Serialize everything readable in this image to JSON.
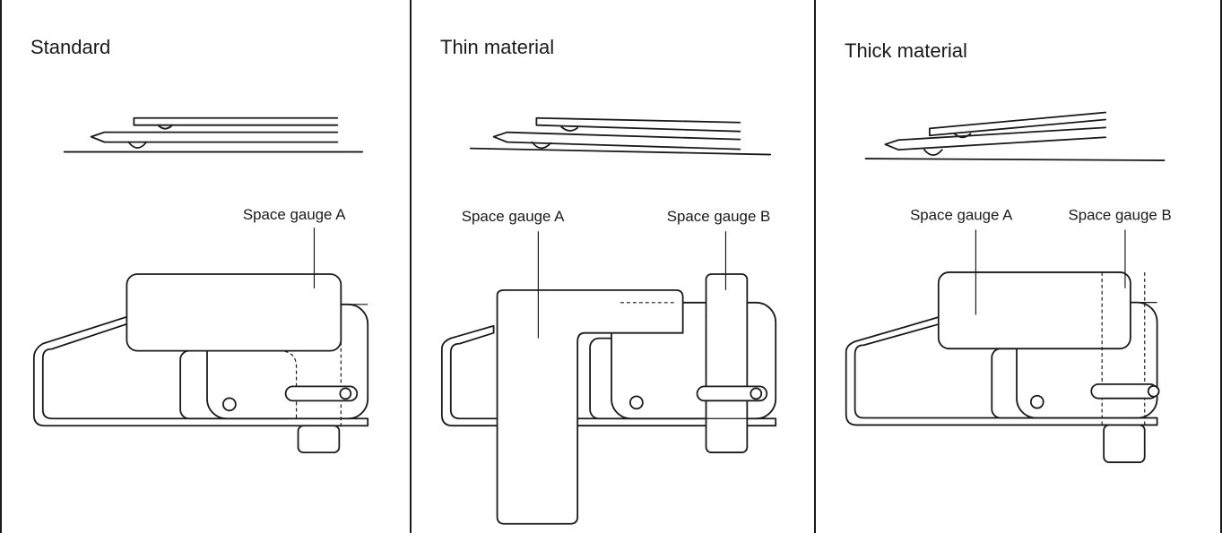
{
  "panels": [
    {
      "title": "Standard",
      "labels": [
        "Space gauge A"
      ]
    },
    {
      "title": "Thin material",
      "labels": [
        "Space gauge A",
        "Space gauge B"
      ]
    },
    {
      "title": "Thick material",
      "labels": [
        "Space gauge A",
        "Space gauge B"
      ]
    }
  ]
}
